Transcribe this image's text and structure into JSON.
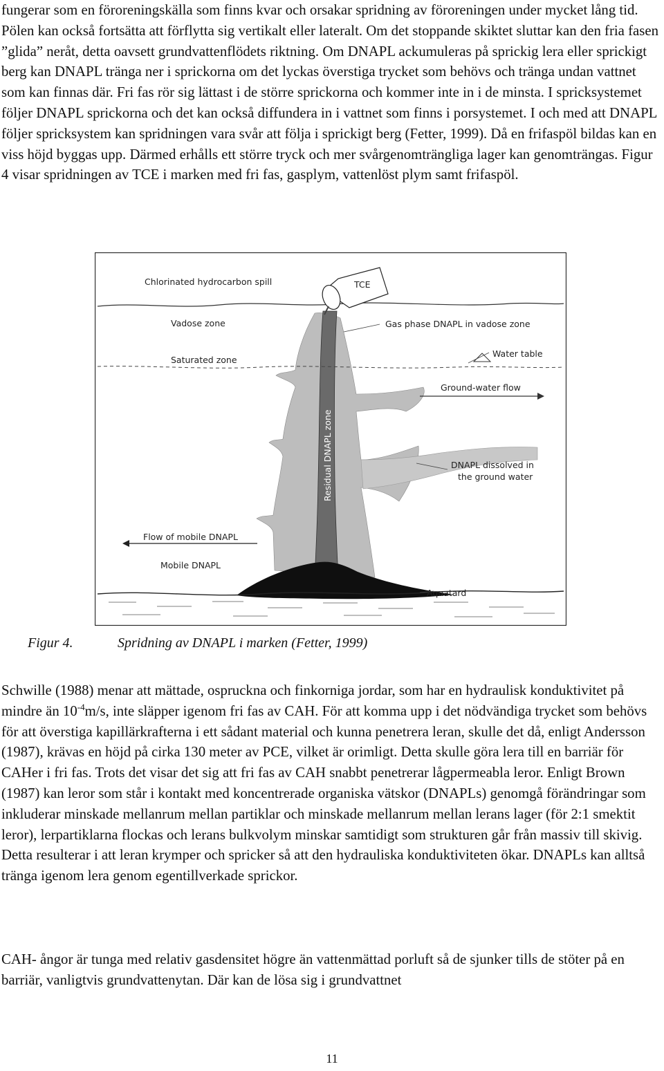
{
  "para1": {
    "text": "fungerar som en föroreningskälla som finns kvar och orsakar spridning av föroreningen under mycket lång tid. Pölen kan också fortsätta att förflytta sig vertikalt eller lateralt. Om det stoppande skiktet sluttar kan den fria fasen ”glida” neråt, detta oavsett grundvattenflödets riktning. Om DNAPL ackumuleras på sprickig lera eller sprickigt berg kan DNAPL tränga ner i sprickorna om det lyckas överstiga trycket som behövs och tränga undan vattnet som kan finnas där. Fri fas rör sig lättast i de större sprickorna och kommer inte in i de minsta. I spricksystemet följer DNAPL sprickorna och det kan också diffundera in i vattnet som finns i porsystemet. I och med att DNAPL följer spricksystem kan spridningen vara svår att följa i sprickigt berg (Fetter, 1999). Då en frifaspöl bildas kan en viss höjd byggas upp. Därmed erhålls ett större tryck och mer svårgenomträngliga lager kan genomträngas. Figur 4 visar spridningen av TCE i marken med fri fas, gasplym, vattenlöst plym samt frifaspöl."
  },
  "figure": {
    "labels": {
      "spill": "Chlorinated hydrocarbon spill",
      "tce": "TCE",
      "vadose": "Vadose zone",
      "gas_phase": "Gas phase DNAPL in vadose zone",
      "saturated": "Saturated zone",
      "water_table": "Water table",
      "gw_flow": "Ground-water flow",
      "residual": "Residual DNAPL zone",
      "dissolved_1": "DNAPL dissolved in",
      "dissolved_2": "the ground water",
      "flow_mobile": "Flow of mobile DNAPL",
      "mobile": "Mobile DNAPL",
      "aquatard": "Aquatard"
    }
  },
  "caption": {
    "label": "Figur 4.",
    "text": "Spridning av DNAPL i marken (Fetter, 1999)"
  },
  "para2": {
    "before_sup": "Schwille (1988) menar att mättade, ospruckna och finkorniga jordar, som har en hydraulisk konduktivitet på mindre än 10",
    "sup": "-4",
    "after_sup": "m/s, inte släpper igenom fri fas av CAH. För att komma upp i det nödvändiga trycket som behövs för att överstiga kapillärkrafterna i ett sådant material och kunna penetrera leran, skulle det då, enligt Andersson (1987), krävas en höjd på cirka 130 meter av PCE, vilket är orimligt. Detta skulle göra lera till en barriär för CAHer i fri fas. Trots det visar det sig att fri fas av CAH snabbt penetrerar lågpermeabla leror. Enligt Brown (1987) kan leror som står i kontakt med koncentrerade organiska vätskor (DNAPLs) genomgå förändringar som inkluderar minskade mellanrum mellan partiklar och minskade mellanrum mellan lerans lager (för 2:1 smektit leror), lerpartiklarna flockas och lerans bulkvolym minskar samtidigt som strukturen går från massiv till skivig. Detta resulterar i att leran krymper och spricker så att den hydrauliska konduktiviteten ökar. DNAPLs kan alltså tränga igenom lera genom egentillverkade sprickor."
  },
  "para3": {
    "text": "CAH- ångor är tunga med relativ gasdensitet högre än vattenmättad porluft så de sjunker tills de stöter på en barriär, vanligtvis grundvattenytan. Där kan de lösa sig i grundvattnet"
  },
  "page_number": "11"
}
